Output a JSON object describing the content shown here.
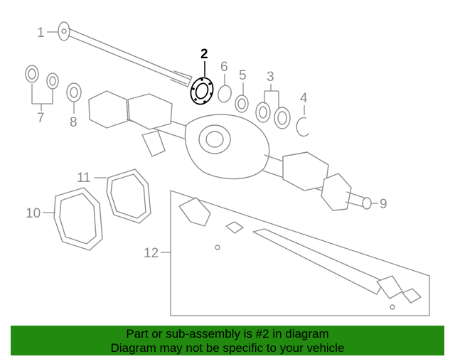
{
  "callouts": {
    "c1": "1",
    "c2": "2",
    "c3": "3",
    "c4": "4",
    "c5": "5",
    "c6": "6",
    "c7": "7",
    "c8": "8",
    "c9": "9",
    "c10": "10",
    "c11": "11",
    "c12": "12"
  },
  "highlighted_part": "2",
  "colors": {
    "banner": "#228b0f",
    "line": "#8c8c8c",
    "highlight": "#000000"
  },
  "banner": {
    "line1": "Part or sub-assembly is #2 in diagram",
    "line2": "Diagram may not be specific to your vehicle"
  }
}
